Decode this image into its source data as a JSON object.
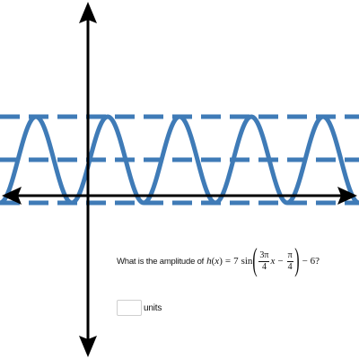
{
  "graph": {
    "curve_color": "#3f7bb7",
    "dash_color": "#3f7bb7",
    "axis_color": "#000000",
    "curve_max_y": 1.0,
    "curve_mid_y": 0.0,
    "curve_min_y": -1.0,
    "period_fraction_of_width": 0.2
  },
  "question": {
    "prefix": "What is the amplitude of",
    "func": "h",
    "var": "x",
    "equals": "=",
    "coef": "7",
    "trig": "sin",
    "frac1_num": "3π",
    "frac1_den": "4",
    "x_var": "x",
    "minus": "−",
    "frac2_num": "π",
    "frac2_den": "4",
    "tail": "− 6?"
  },
  "answer": {
    "value": "",
    "placeholder": "",
    "unit": "units"
  }
}
